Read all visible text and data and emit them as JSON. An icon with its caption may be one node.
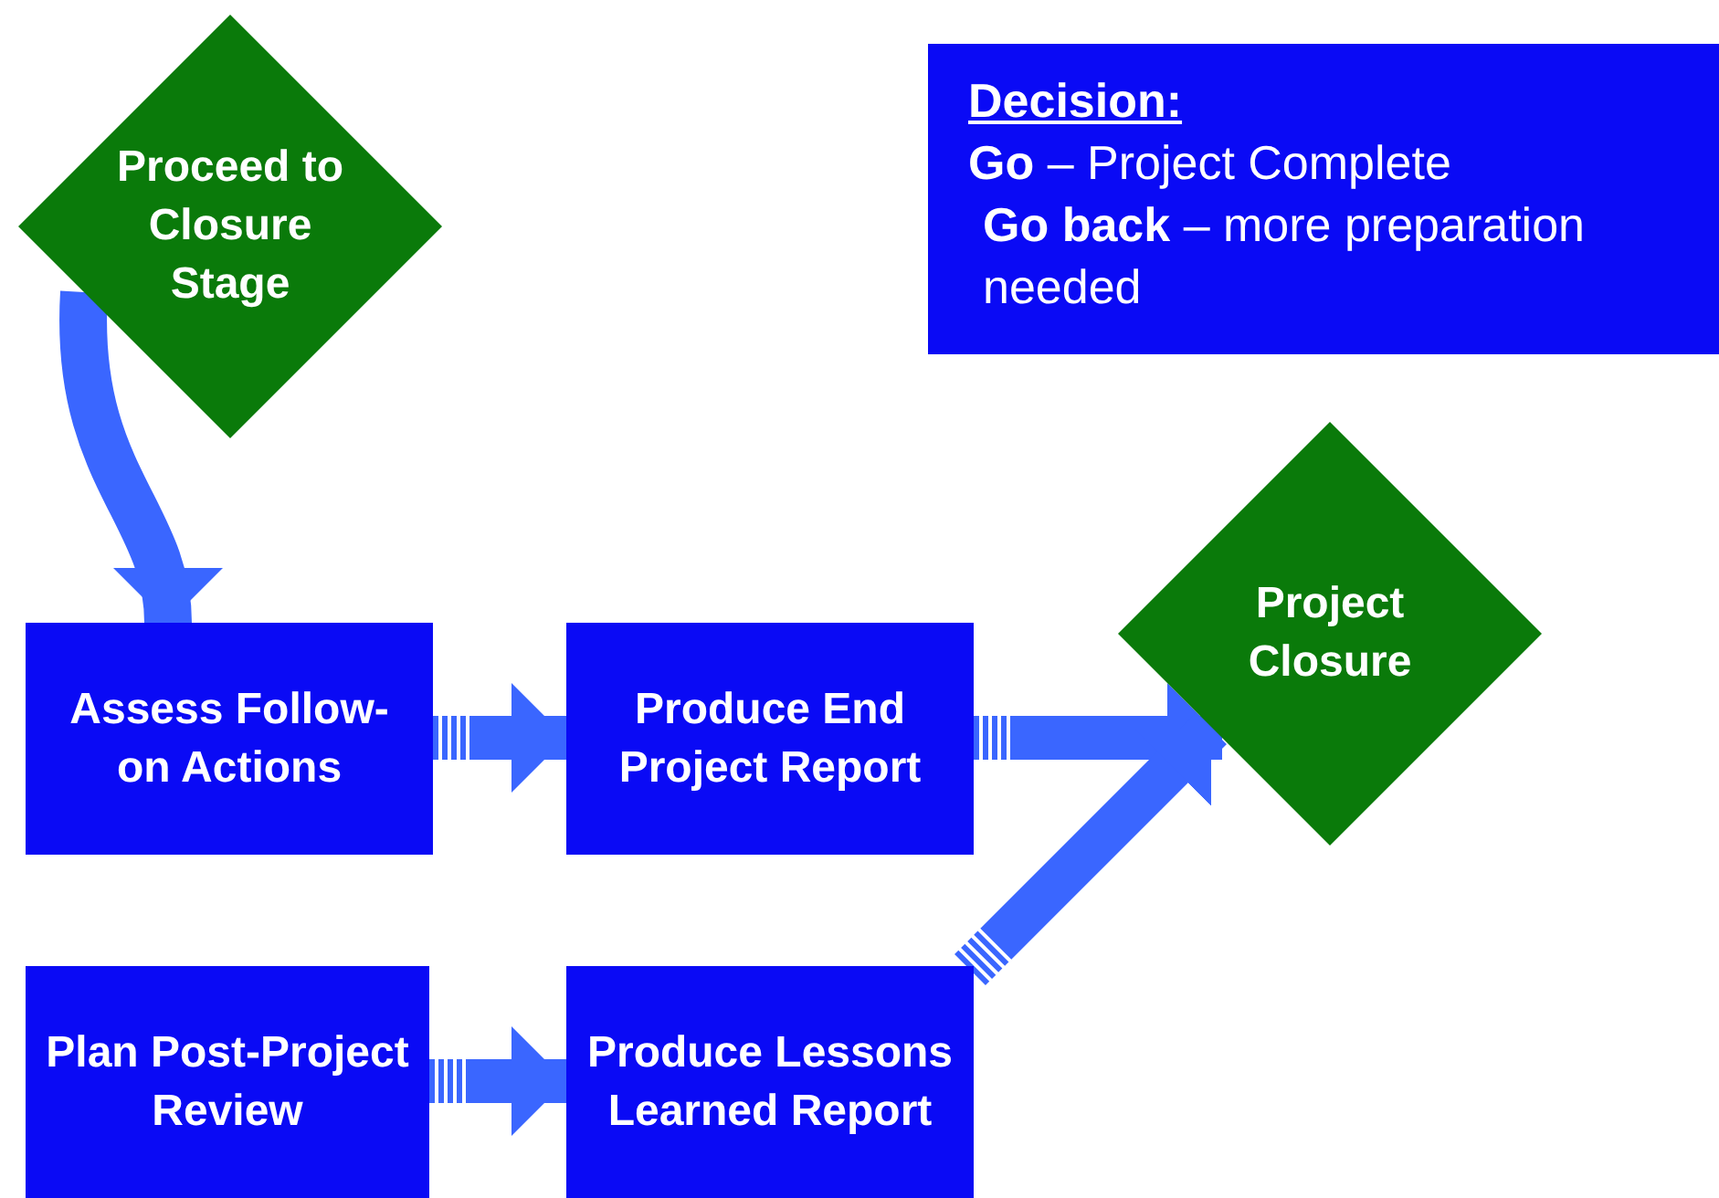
{
  "diagram": {
    "nodes": [
      {
        "text": [
          "Proceed to Closure Stage"
        ]
      },
      {
        "text": [
          "Decision:",
          "**Go** – Project Complete",
          "**Go back** – more preparation needed"
        ]
      },
      {
        "text": [
          "Assess Follow-on Actions"
        ]
      },
      {
        "text": [
          "Produce End Project Report"
        ]
      },
      {
        "text": [
          "Project Closure"
        ]
      },
      {
        "text": [
          "Plan Post-Project Review"
        ]
      },
      {
        "text": [
          "Produce Lessons Learned Report"
        ]
      }
    ],
    "edges": [
      {
        "from": 0,
        "to": 2,
        "arrow": "to"
      },
      {
        "from": 2,
        "to": 3,
        "arrow": "to"
      },
      {
        "from": 3,
        "to": 4,
        "arrow": "to"
      },
      {
        "from": 5,
        "to": 6,
        "arrow": "to"
      },
      {
        "from": 6,
        "to": 4,
        "arrow": "to"
      }
    ]
  }
}
